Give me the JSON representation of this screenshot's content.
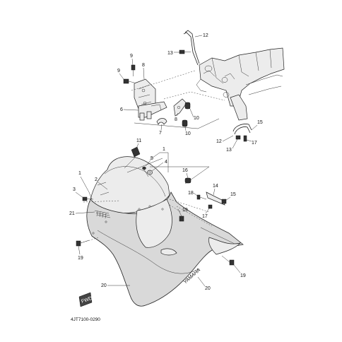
{
  "diagram": {
    "part_code": "4JT7100-0290",
    "brand_text": "YAMAHA",
    "fwd_label": "FWD",
    "callouts": [
      {
        "id": "c12a",
        "text": "12"
      },
      {
        "id": "c13a",
        "text": "13"
      },
      {
        "id": "c9a",
        "text": "9"
      },
      {
        "id": "c9b",
        "text": "9"
      },
      {
        "id": "c8a",
        "text": "8"
      },
      {
        "id": "c6",
        "text": "6"
      },
      {
        "id": "c7",
        "text": "7"
      },
      {
        "id": "c10a",
        "text": "10"
      },
      {
        "id": "c8b",
        "text": "8"
      },
      {
        "id": "c10b",
        "text": "10"
      },
      {
        "id": "c15a",
        "text": "15"
      },
      {
        "id": "c12b",
        "text": "12"
      },
      {
        "id": "c13b",
        "text": "13"
      },
      {
        "id": "c17a",
        "text": "17"
      },
      {
        "id": "c11",
        "text": "11"
      },
      {
        "id": "c1a",
        "text": "1"
      },
      {
        "id": "c5",
        "text": "5"
      },
      {
        "id": "c4",
        "text": "4"
      },
      {
        "id": "c1b",
        "text": "1"
      },
      {
        "id": "c2",
        "text": "2"
      },
      {
        "id": "c3",
        "text": "3"
      },
      {
        "id": "c16",
        "text": "16"
      },
      {
        "id": "c18",
        "text": "18"
      },
      {
        "id": "c14",
        "text": "14"
      },
      {
        "id": "c15b",
        "text": "15"
      },
      {
        "id": "c17b",
        "text": "17"
      },
      {
        "id": "c21",
        "text": "21"
      },
      {
        "id": "c19a",
        "text": "19"
      },
      {
        "id": "c19b",
        "text": "19"
      },
      {
        "id": "c19c",
        "text": "19"
      },
      {
        "id": "c20a",
        "text": "20"
      },
      {
        "id": "c20b",
        "text": "20"
      }
    ]
  }
}
